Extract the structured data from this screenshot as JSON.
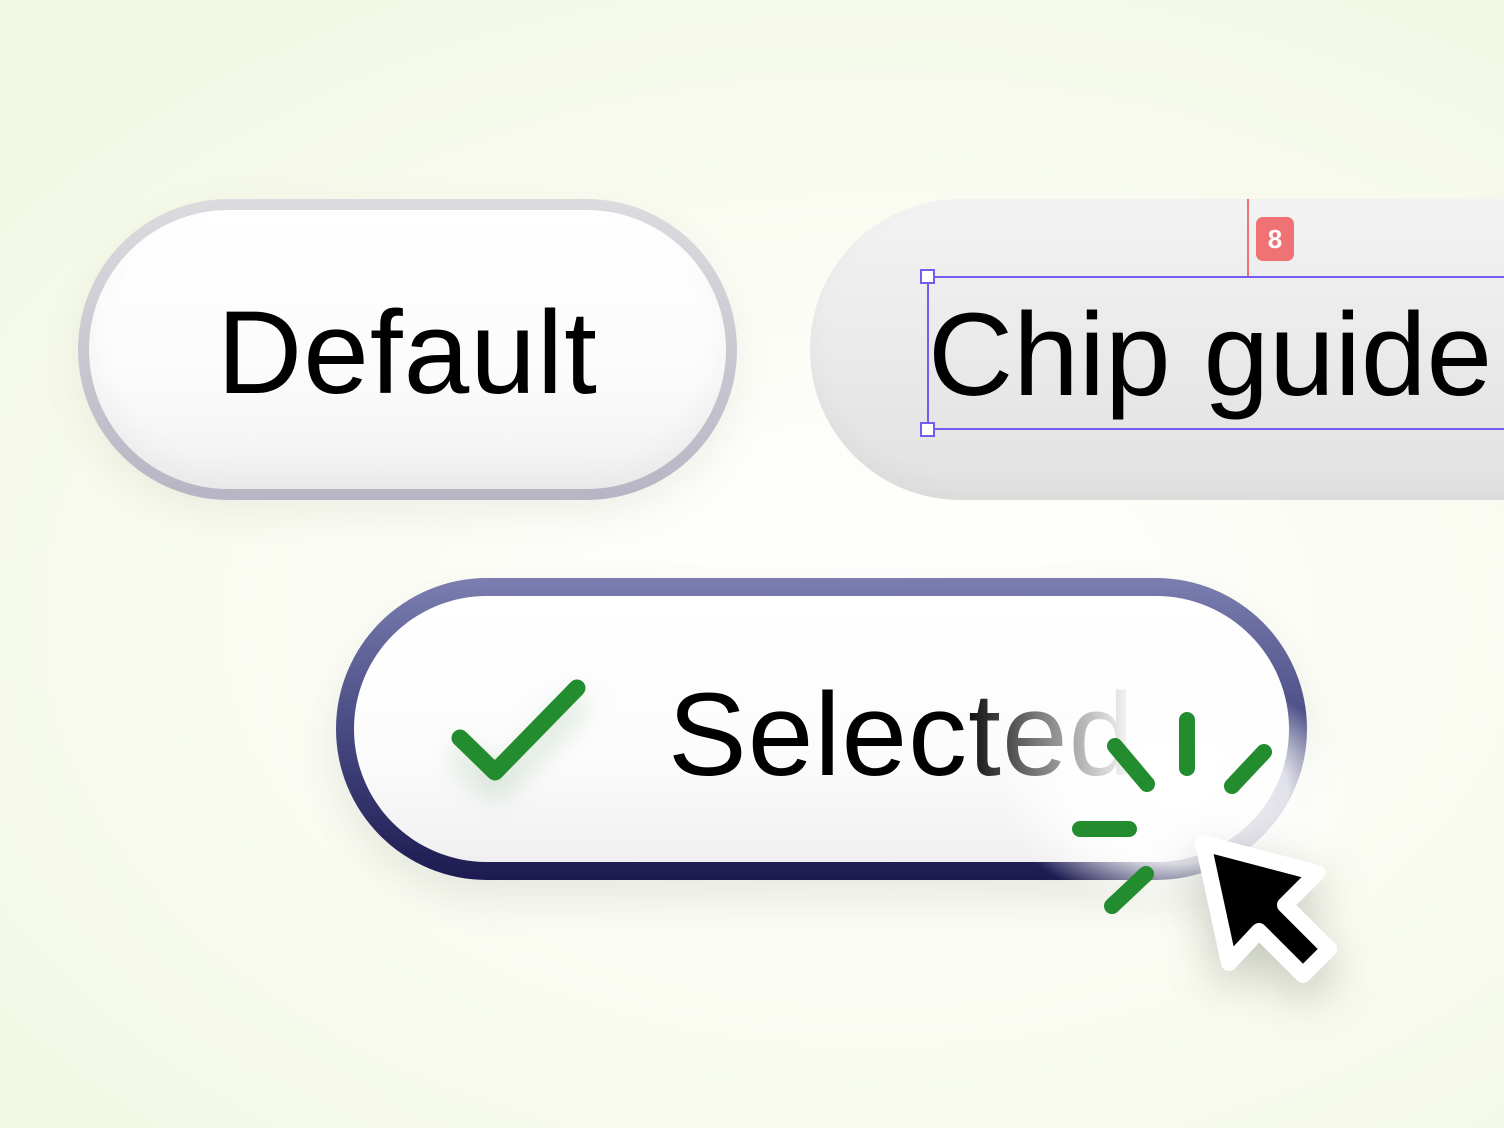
{
  "chips": {
    "default_label": "Default",
    "guide_label": "Chip guide",
    "selected_label": "Selected"
  },
  "guide": {
    "spacing_value": "8"
  },
  "icons": {
    "check": "checkmark-icon",
    "sparkle": "click-sparkle-icon",
    "cursor": "arrow-cursor-icon",
    "handle": "selection-handle-icon"
  },
  "colors": {
    "check_green": "#238c2e",
    "selection_purple": "#6f5ef0",
    "measure_red": "#f07275",
    "selected_border": "#2b2a66",
    "default_border": "#bdbcc8"
  }
}
